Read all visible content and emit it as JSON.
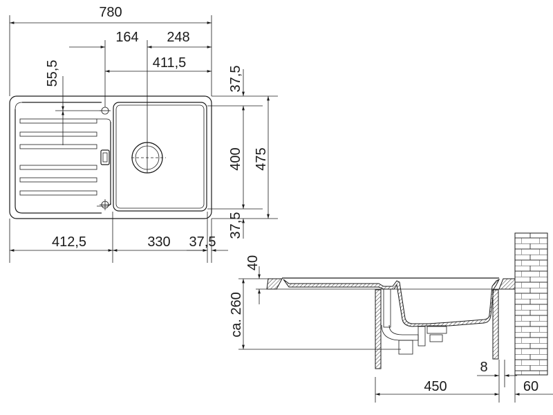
{
  "top_view": {
    "dim_overall_width": "780",
    "dim_left_to_tap": "164",
    "dim_drain_to_right": "248",
    "dim_tap_to_right": "411,5",
    "dim_tap_from_top": "55,5",
    "dim_top_rim": "37,5",
    "dim_bowl_depth": "400",
    "dim_overall_depth": "475",
    "dim_bottom_rim": "37,5",
    "dim_drainer_width": "412,5",
    "dim_bowl_width": "330",
    "dim_right_rim": "37,5"
  },
  "section_view": {
    "dim_rim_height": "40",
    "dim_total_depth": "ca. 260",
    "dim_cabinet_width": "450",
    "dim_gap": "8",
    "dim_wall_gap": "60"
  }
}
